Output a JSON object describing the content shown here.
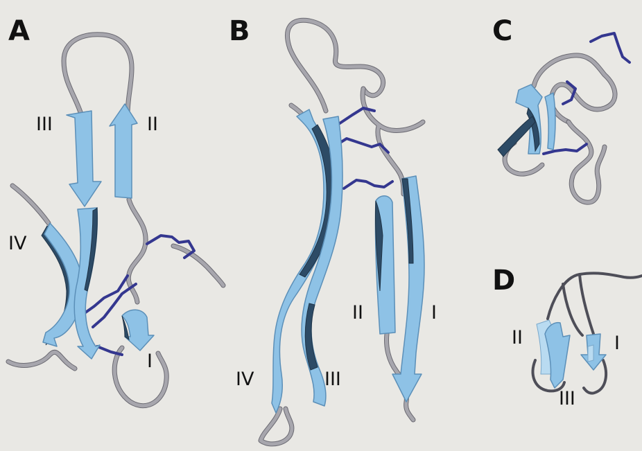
{
  "panels": [
    {
      "letter": "A",
      "strands": [
        "III",
        "II",
        "IV",
        "I"
      ]
    },
    {
      "letter": "B",
      "strands": [
        "II",
        "I",
        "IV",
        "III"
      ]
    },
    {
      "letter": "C",
      "strands": []
    },
    {
      "letter": "D",
      "strands": [
        "II",
        "I",
        "III"
      ]
    }
  ],
  "colors": {
    "background": "#e9e8e4",
    "beta_strand": "#8ec2e6",
    "coil": "#a7a6ad",
    "disulfide_bond": "#34378f",
    "label_text": "#111111"
  },
  "icons": {
    "strand": "beta-strand-arrow",
    "coil": "random-coil-tube",
    "bond": "disulfide-bond-stick"
  }
}
